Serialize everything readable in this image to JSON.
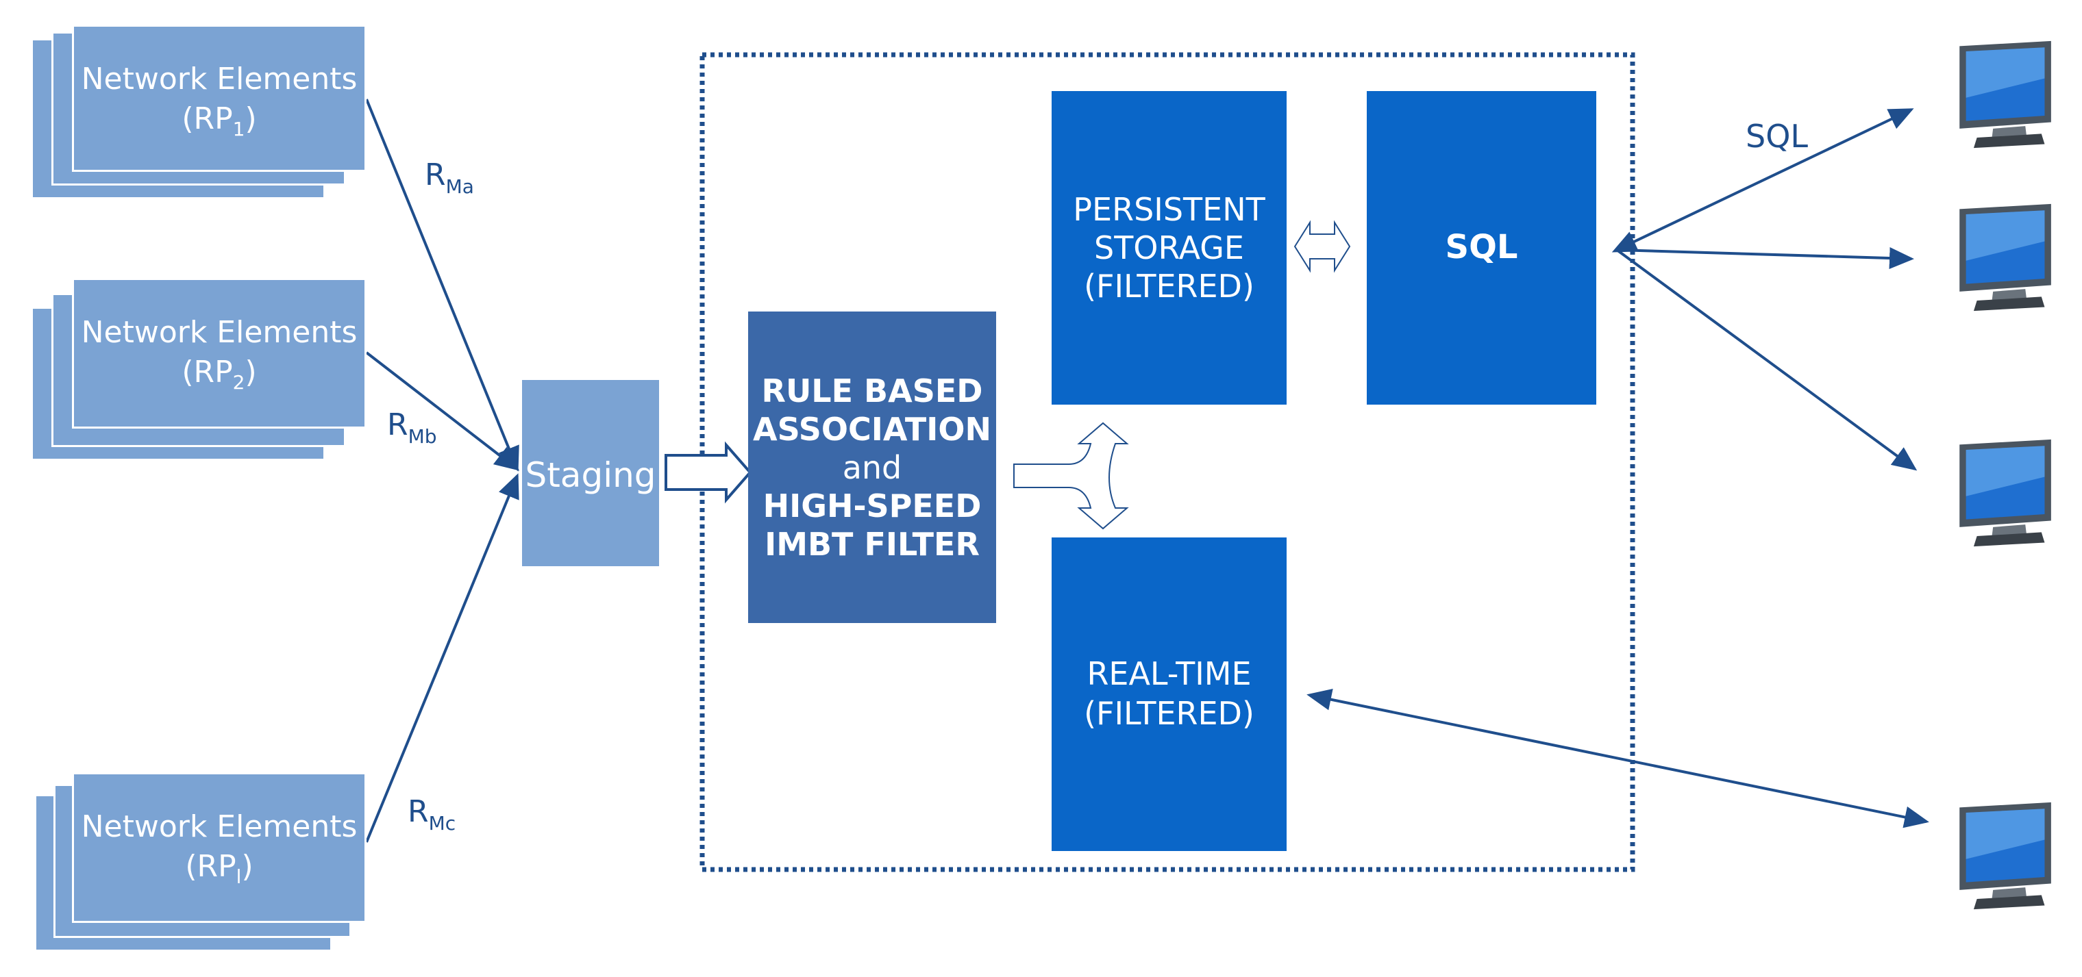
{
  "network_elements": [
    {
      "label": "Network Elements",
      "sub_base": "(RP",
      "sub_index": "1",
      "sub_close": ")"
    },
    {
      "label": "Network Elements",
      "sub_base": "(RP",
      "sub_index": "2",
      "sub_close": ")"
    },
    {
      "label": "Network Elements",
      "sub_base": "(RP",
      "sub_index": "l",
      "sub_close": ")"
    }
  ],
  "flow_labels": {
    "rma": {
      "base": "R",
      "sub": "Ma"
    },
    "rmb": {
      "base": "R",
      "sub": "Mb"
    },
    "rmc": {
      "base": "R",
      "sub": "Mc"
    },
    "sql": "SQL"
  },
  "staging": {
    "label": "Staging"
  },
  "filter": {
    "line1": "RULE BASED",
    "line2": "ASSOCIATION",
    "line3": "and",
    "line4": "HIGH-SPEED",
    "line5": "IMBT FILTER"
  },
  "persistent": {
    "line1": "PERSISTENT",
    "line2": "STORAGE",
    "line3": "(FILTERED)"
  },
  "sql_box": {
    "label": "SQL"
  },
  "realtime": {
    "line1": "REAL-TIME",
    "line2": "(FILTERED)"
  },
  "colors": {
    "ne_fill": "#7ba3d3",
    "staging_fill": "#7ba3d3",
    "filter_fill": "#3b68a8",
    "store_fill": "#0a66c8",
    "line": "#1f4e8c"
  },
  "icons": [
    "monitor-icon",
    "monitor-icon",
    "monitor-icon",
    "monitor-icon"
  ]
}
